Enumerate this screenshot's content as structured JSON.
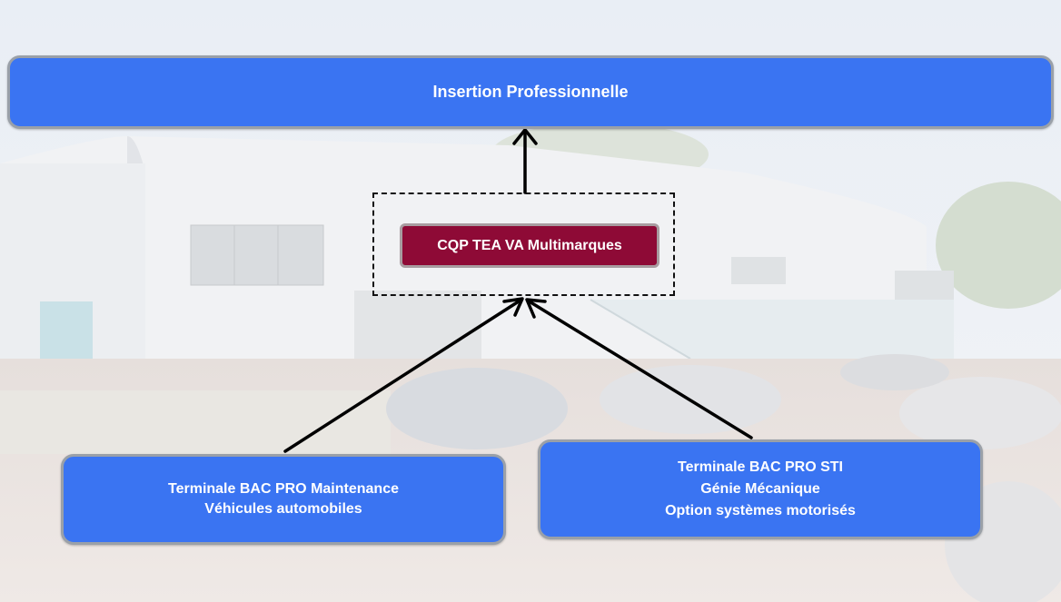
{
  "diagram": {
    "top_box": {
      "label": "Insertion Professionnelle"
    },
    "center_box": {
      "label": "CQP TEA VA Multimarques",
      "color": "#8e0a36"
    },
    "left_box": {
      "lines": [
        "Terminale BAC PRO Maintenance",
        "Véhicules automobiles"
      ]
    },
    "right_box": {
      "lines": [
        "Terminale BAC PRO STI",
        "Génie Mécanique",
        "Option systèmes motorisés"
      ]
    },
    "box_color": "#3a74f2",
    "arrows": [
      {
        "from": "center_box",
        "to": "top_box"
      },
      {
        "from": "left_box",
        "to": "center_box"
      },
      {
        "from": "right_box",
        "to": "center_box"
      }
    ]
  }
}
